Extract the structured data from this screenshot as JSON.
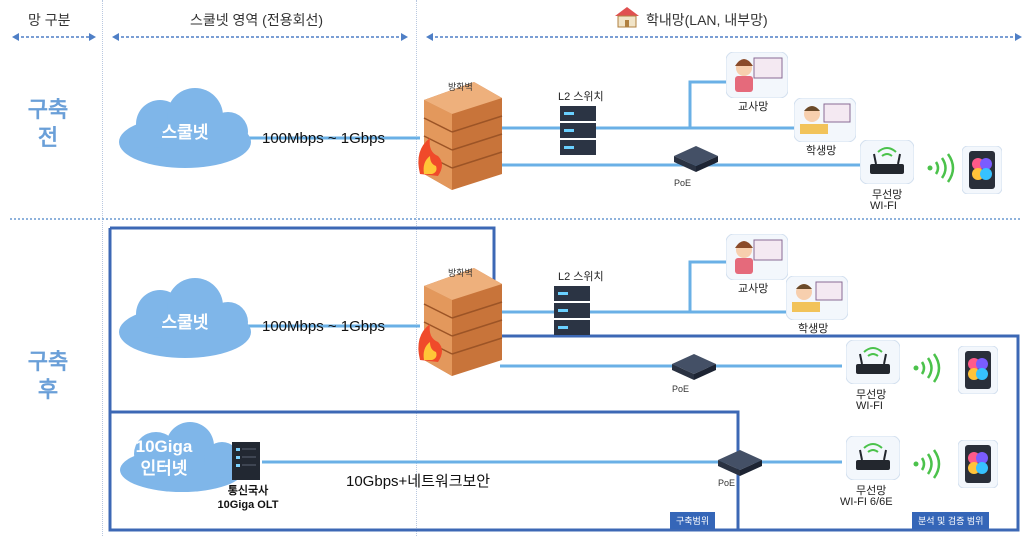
{
  "header": {
    "col1": "망 구분",
    "col2": "스쿨넷 영역 (전용회선)",
    "col3": "학내망(LAN, 내부망)"
  },
  "rows": {
    "before_line1": "구축",
    "before_line2": "전",
    "after_line1": "구축",
    "after_line2": "후"
  },
  "labels": {
    "schoolnet": "스쿨넷",
    "speed_legacy": "100Mbps ~ 1Gbps",
    "firewall": "방화벽",
    "l2_switch": "L2 스위치",
    "teacher_net": "교사망",
    "student_net": "학생망",
    "poe": "PoE",
    "wireless": "무선망",
    "wifi": "WI-FI",
    "giga_line1": "10Giga",
    "giga_line2": "인터넷",
    "olt_line1": "통신국사",
    "olt_line2": "10Giga OLT",
    "speed_new": "10Gbps+네트워크보안",
    "wifi6": "WI-FI 6/6E",
    "scope_build": "구축범위",
    "scope_analysis": "분석 및 검증 범위"
  }
}
